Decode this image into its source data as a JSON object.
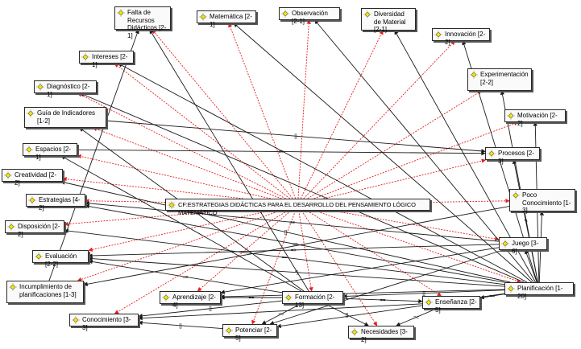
{
  "diagram": {
    "title": "",
    "center": {
      "id": "cf",
      "label": "CF:ESTRATEGIAS DIDÁCTICAS PARA EL DESARROLLO DEL PENSAMIENTO LÓGICO MATEMÁTICO"
    },
    "nodes": [
      {
        "id": "falta",
        "label": "Falta de Recursos Didácticos [2-1]"
      },
      {
        "id": "matematica",
        "label": "Matemática [2-1]"
      },
      {
        "id": "observacion",
        "label": "Observación [2-1]"
      },
      {
        "id": "diversidad",
        "label": "Diversidad de Material [2-1]"
      },
      {
        "id": "innovacion",
        "label": "Innovación [2-2]"
      },
      {
        "id": "intereses",
        "label": "Intereses [2-1]"
      },
      {
        "id": "experimentacion",
        "label": "Experimentación [2-2]"
      },
      {
        "id": "diagnostico",
        "label": "Diagnóstico [2-1]"
      },
      {
        "id": "guia",
        "label": "Guía de Indicadores [1-2]"
      },
      {
        "id": "motivacion",
        "label": "Motivación [2-2]"
      },
      {
        "id": "espacios",
        "label": "Espacios [2-1]"
      },
      {
        "id": "procesos",
        "label": "Procesos [2-3]"
      },
      {
        "id": "creatividad",
        "label": "Creatividad [2-2]"
      },
      {
        "id": "poco",
        "label": "Poco Conocimiento [1-3]"
      },
      {
        "id": "estrategias",
        "label": "Estrategias [4-2]"
      },
      {
        "id": "disposicion",
        "label": "Disposición [2-2]"
      },
      {
        "id": "juego",
        "label": "Juego [3-6]"
      },
      {
        "id": "evaluacion",
        "label": "Evaluación [2-2]"
      },
      {
        "id": "incumplimiento",
        "label": "Incumplimiento de planificaciones [1-3]"
      },
      {
        "id": "planificacion",
        "label": "Planificación [1-20]"
      },
      {
        "id": "aprendizaje",
        "label": "Aprendizaje [2-4]"
      },
      {
        "id": "formacion",
        "label": "Formación [2-13]"
      },
      {
        "id": "ensenanza",
        "label": "Enseñanza [2-5]"
      },
      {
        "id": "conocimiento",
        "label": "Conocimiento [3-3]"
      },
      {
        "id": "potenciar",
        "label": "Potenciar [2-5]"
      },
      {
        "id": "necesidades",
        "label": "Necesidades [3-2]"
      }
    ],
    "relation_markers": [
      "[]",
      "==",
      "*}",
      "=>"
    ],
    "colors": {
      "red_edge": "#e81c1c",
      "black_edge": "#1a1a1a",
      "node_bg": "#fafafa",
      "node_border": "#2a2a2a",
      "icon_yellow": "#f5e400"
    },
    "icon": "sun-icon"
  }
}
